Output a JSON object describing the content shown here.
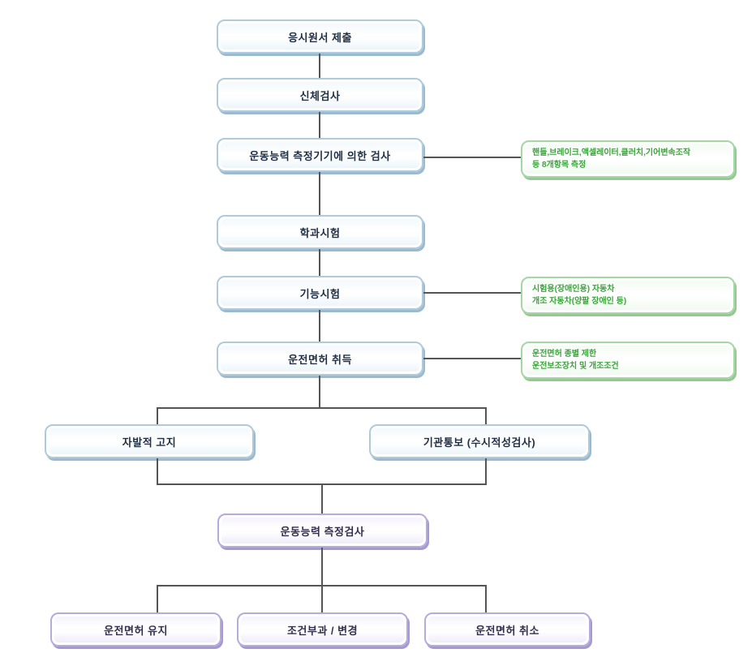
{
  "flowchart": {
    "steps": [
      {
        "label": "응시원서 제출"
      },
      {
        "label": "신체검사"
      },
      {
        "label": "운동능력 측정기기에 의한 검사"
      },
      {
        "label": "학과시험"
      },
      {
        "label": "기능시험"
      },
      {
        "label": "운전면허 취득"
      }
    ],
    "notes": [
      {
        "line1": "핸들,브레이크,액셀레이터,클러치,기어변속조작",
        "line2": "등 8개항목 측정"
      },
      {
        "line1": "시험용(장애인용) 자동차",
        "line2": "개조 자동차(양팔 장애인 등)"
      },
      {
        "line1": "운전면허 종별 제한",
        "line2": "운전보조장치 및 개조조건"
      }
    ],
    "branches": [
      {
        "label": "자발적 고지"
      },
      {
        "label": "기관통보 (수시적성검사)"
      }
    ],
    "merge": {
      "label": "운동능력 측정검사"
    },
    "outcomes": [
      {
        "label": "운전면허 유지"
      },
      {
        "label": "조건부과 / 변경"
      },
      {
        "label": "운전면허 취소"
      }
    ],
    "colors": {
      "process_border": "#aecbdd",
      "process_shadow": "#9cbacf",
      "process_text": "#1f2f44",
      "note_border": "#a4d7a4",
      "note_shadow": "#92ca92",
      "note_text": "#3aa53a",
      "result_border": "#b6aade",
      "result_shadow": "#a49ad0",
      "result_text": "#332e4d",
      "connector": "#555555",
      "background": "#ffffff"
    }
  }
}
